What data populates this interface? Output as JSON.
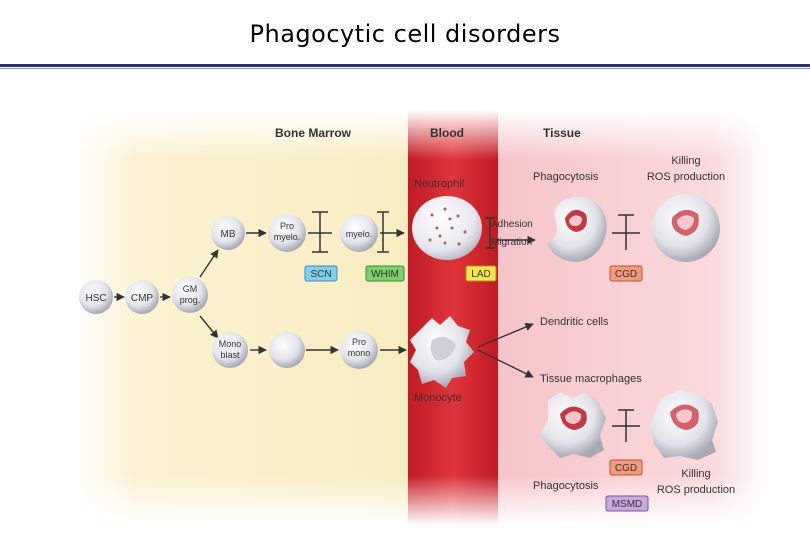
{
  "title": "Phagocytic cell disorders",
  "regions": {
    "bone_marrow": "Bone Marrow",
    "blood": "Blood",
    "tissue": "Tissue"
  },
  "cells": {
    "hsc": "HSC",
    "cmp": "CMP",
    "gm_prog_1": "GM",
    "gm_prog_2": "prog.",
    "mb": "MB",
    "pro_myelo_1": "Pro",
    "pro_myelo_2": "myelo.",
    "myelo": "myelo.",
    "mono_blast_1": "Mono",
    "mono_blast_2": "blast",
    "pro_mono_1": "Pro",
    "pro_mono_2": "mono",
    "neutrophil": "Neutrophil",
    "monocyte": "Monocyte"
  },
  "processes": {
    "adhesion": "Adhesion",
    "migration": "Migration",
    "phagocytosis_top": "Phagocytosis",
    "killing_top_1": "Killing",
    "killing_top_2": "ROS production",
    "dendritic_cells": "Dendritic cells",
    "tissue_macrophages": "Tissue macrophages",
    "phagocytosis_bottom": "Phagocytosis",
    "killing_bottom_1": "Killing",
    "killing_bottom_2": "ROS production"
  },
  "disorders": {
    "scn": "SCN",
    "whim": "WHIM",
    "lad": "LAD",
    "cgd_top": "CGD",
    "cgd_bottom": "CGD",
    "msmd": "MSMD"
  },
  "colors": {
    "bone_marrow_bg": "#faf0c8",
    "blood_bg": "#d8262e",
    "tissue_bg": "#f8d0d4",
    "scn": "#7fd0ec",
    "whim": "#7ccf6a",
    "lad": "#f4e64a",
    "cgd": "#f29a7a",
    "msmd": "#c7a8e0"
  }
}
